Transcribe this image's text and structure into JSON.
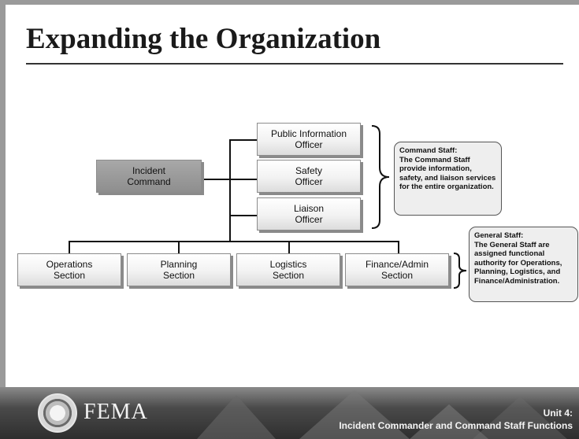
{
  "title": "Expanding the Organization",
  "org": {
    "incident_command": "Incident\nCommand",
    "pio": "Public Information\nOfficer",
    "safety": "Safety\nOfficer",
    "liaison": "Liaison\nOfficer",
    "operations": "Operations\nSection",
    "planning": "Planning\nSection",
    "logistics": "Logistics\nSection",
    "finance": "Finance/Admin\nSection"
  },
  "callouts": {
    "command_staff": {
      "heading": "Command Staff:",
      "body": "The Command Staff provide information, safety, and liaison services for the entire organization."
    },
    "general_staff": {
      "heading": "General Staff:",
      "body": "The General Staff are assigned functional authority for Operations, Planning, Logistics, and Finance/Administration."
    }
  },
  "footer": {
    "logo_text": "FEMA",
    "unit": "Unit 4:",
    "subtitle": "Incident Commander and Command Staff Functions"
  },
  "colors": {
    "box_gray": "#8e8e8e",
    "footer": "#3a3a3a"
  }
}
